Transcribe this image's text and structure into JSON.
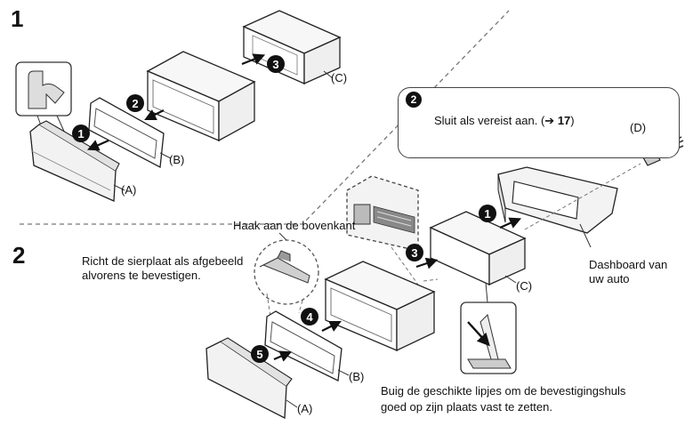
{
  "steps": {
    "one": "1",
    "two": "2"
  },
  "badges": [
    "1",
    "2",
    "3",
    "4",
    "5"
  ],
  "callout": {
    "badge": "2",
    "text": "Sluit als vereist aan. (",
    "arrow": "➔",
    "ref": "17",
    "close": ")"
  },
  "labels": {
    "a": "(A)",
    "b": "(B)",
    "c": "(C)",
    "d": "(D)",
    "hook": "Haak aan de bovenkant",
    "align_line1": "Richt de sierplaat als afgebeeld",
    "align_line2": "alvorens te bevestigen.",
    "dash_line1": "Dashboard van",
    "dash_line2": "uw auto",
    "bend_line1": "Buig de geschikte lipjes om de bevestigingshuls",
    "bend_line2": "goed op zijn plaats vast te zetten."
  }
}
